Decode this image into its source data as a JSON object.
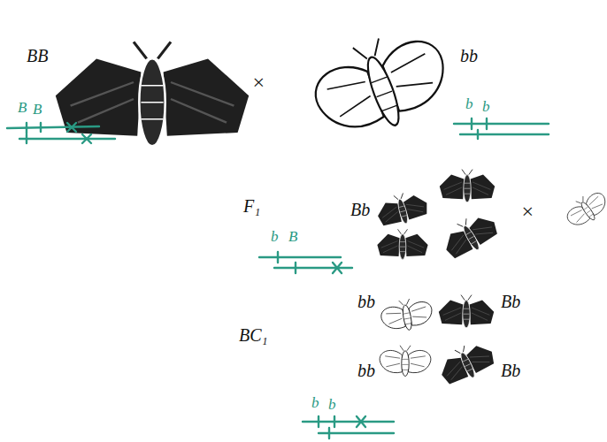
{
  "diagram": {
    "labels": [
      "BB",
      "B",
      "B",
      "×",
      "bb",
      "b",
      "b",
      "F₁",
      "b",
      "B",
      "Bb",
      "×",
      "BC₁",
      "bb",
      "Bb",
      "bb",
      "Bb",
      "b",
      "b"
    ]
  }
}
